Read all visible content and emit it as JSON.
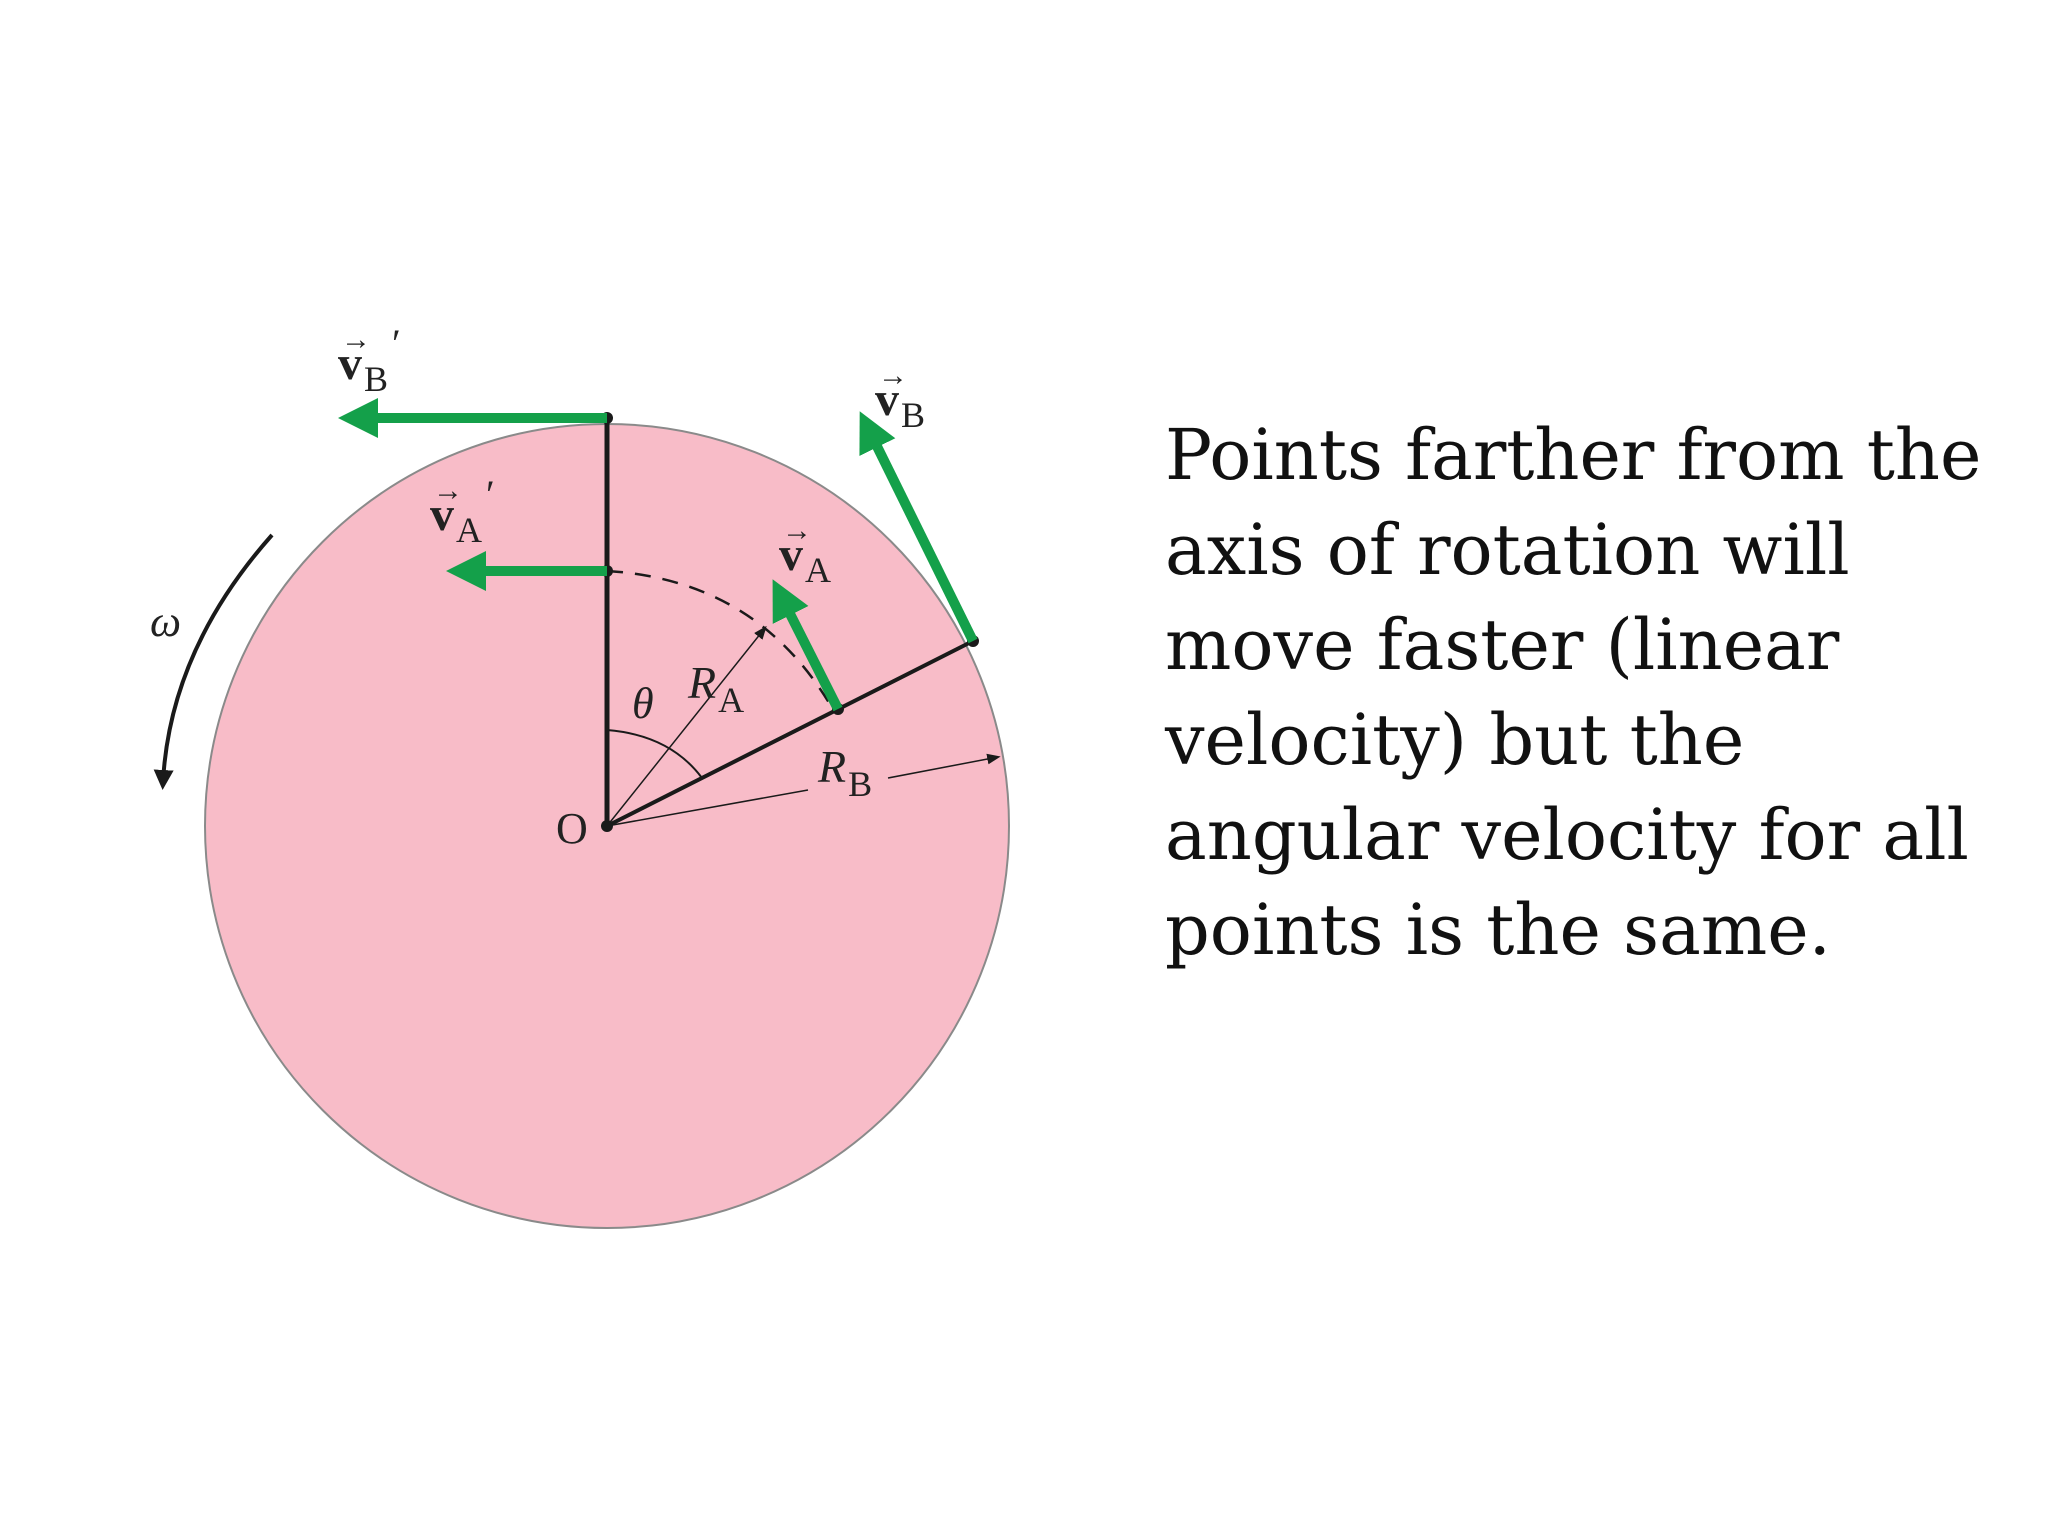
{
  "caption": "Points farther from the axis of rotation will move faster (linear velocity) but the angular velocity for all points is the same.",
  "diagram": {
    "labels": {
      "vB_prime": {
        "symbol": "v",
        "sub": "B",
        "mark": "′"
      },
      "vA_prime": {
        "symbol": "v",
        "sub": "A",
        "mark": "′"
      },
      "vA": {
        "symbol": "v",
        "sub": "A"
      },
      "vB": {
        "symbol": "v",
        "sub": "B"
      },
      "omega": "ω",
      "theta": "θ",
      "RA": {
        "symbol": "R",
        "sub": "A"
      },
      "RB": {
        "symbol": "R",
        "sub": "B"
      },
      "origin": "O"
    },
    "colors": {
      "disk_fill": "#f8bcc8",
      "disk_edge": "#8a8a8a",
      "velocity_arrow": "#14a04a",
      "line": "#1a1a1a"
    }
  }
}
